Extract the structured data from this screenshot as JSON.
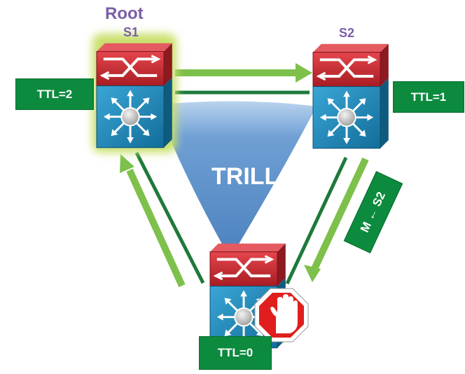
{
  "labels": {
    "root": "Root",
    "s1": "S1",
    "s2": "S2",
    "trill": "TRILL",
    "ttl_s1": "TTL=2",
    "ttl_s2": "TTL=1",
    "ttl_s3": "TTL=0",
    "mac_tag": "M ← S2"
  },
  "colors": {
    "label_purple": "#7b5ea7",
    "trill_blue": "#5b8fc9",
    "box_green": "#0c8a3d",
    "arrow_light_green": "#7dc04b",
    "line_dark_green": "#1e7a3a",
    "switch_red": "#c4262e",
    "switch_blue": "#1e88b8",
    "root_glow": "#c8e06a",
    "stop_red": "#e01e1e"
  },
  "icons": [
    "switch-icon",
    "stop-sign-icon",
    "arrow-icon"
  ]
}
